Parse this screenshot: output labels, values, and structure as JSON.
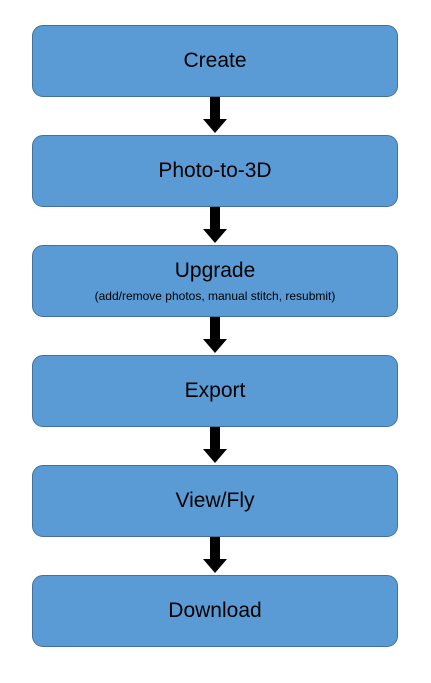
{
  "steps": [
    {
      "label": "Create",
      "note": ""
    },
    {
      "label": "Photo-to-3D",
      "note": ""
    },
    {
      "label": "Upgrade",
      "note": "(add/remove photos, manual stitch, resubmit)"
    },
    {
      "label": "Export",
      "note": ""
    },
    {
      "label": "View/Fly",
      "note": ""
    },
    {
      "label": "Download",
      "note": ""
    }
  ],
  "colors": {
    "box_fill": "#5b9bd5",
    "box_border": "#41719c",
    "arrow": "#000000"
  }
}
